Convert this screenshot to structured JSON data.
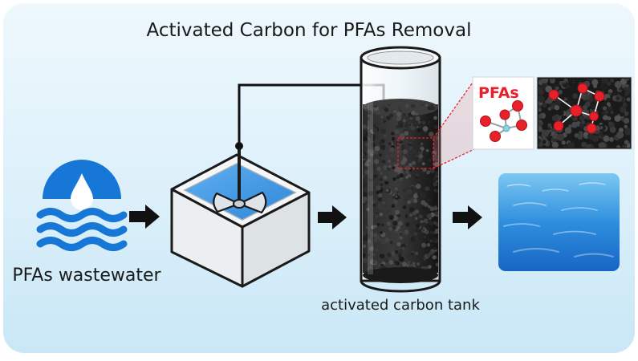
{
  "diagram": {
    "title": "Activated Carbon for PFAs Removal",
    "nodes": {
      "source": {
        "label": "PFAs wastewater",
        "icon": "water-drop-waves-icon"
      },
      "mixer": {
        "icon": "mixing-tank-icon"
      },
      "column": {
        "label": "activated carbon tank",
        "icon": "carbon-column-icon"
      },
      "inset": {
        "label": "PFAs"
      },
      "output": {
        "icon": "clean-water-icon"
      }
    },
    "flow": [
      "source",
      "mixer",
      "column",
      "output"
    ]
  },
  "colors": {
    "background": "#dff1fb",
    "water_blue": "#1677d6",
    "pfas_red": "#e8202a",
    "carbon_black": "#1b1b1b",
    "arrow": "#111111"
  }
}
